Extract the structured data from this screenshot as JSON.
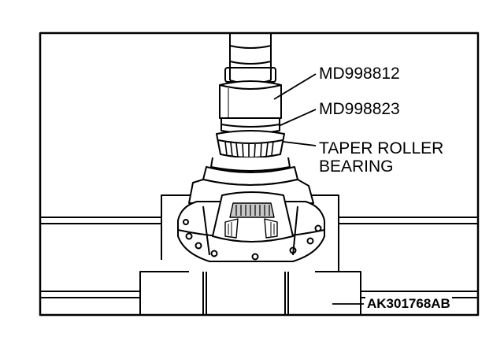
{
  "callouts": {
    "tool_1": "MD998812",
    "tool_2": "MD998823",
    "part_line1": "TAPER ROLLER",
    "part_line2": "BEARING"
  },
  "figure_id": "AK301768AB",
  "colors": {
    "ink": "#000000",
    "paper": "#ffffff",
    "shade": "#c8c8c8"
  }
}
